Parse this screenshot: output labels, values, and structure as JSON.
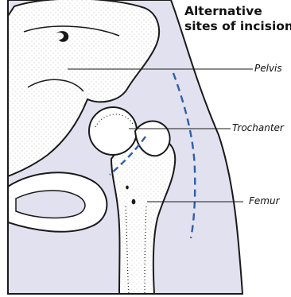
{
  "title": {
    "line1": "Alternative",
    "line2": "sites of incision"
  },
  "labels": {
    "pelvis": "Pelvis",
    "trochanter": "Trochanter",
    "femur": "Femur"
  },
  "colors": {
    "body_fill": "#e2e1ef",
    "bone_fill": "#ffffff",
    "outline": "#1a1a1a",
    "incision": "#2e5fa6",
    "leader": "#1a1a1a"
  },
  "icons": {
    "figure": "hip-joint-anatomy-illustration"
  }
}
